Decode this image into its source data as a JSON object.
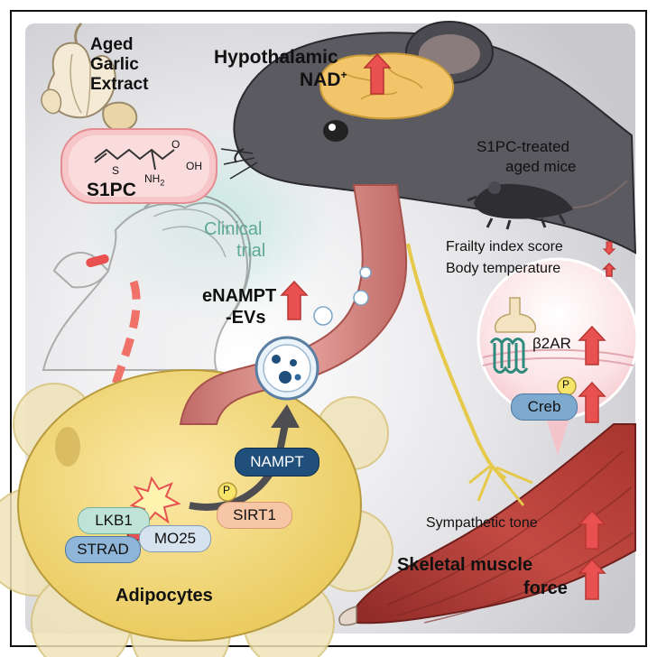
{
  "labels": {
    "garlic": [
      "Aged",
      "Garlic",
      "Extract"
    ],
    "s1pc": "S1PC",
    "oh": "OH",
    "o": "O",
    "s": "S",
    "nh2": "NH",
    "nh2_sub": "2",
    "hypothalamic": "Hypothalamic",
    "nad": "NAD",
    "nad_sup": "+",
    "clinical": [
      "Clinical",
      "trial"
    ],
    "enampt": [
      "eNAMPT",
      "-EVs"
    ],
    "treated": [
      "S1PC-treated",
      "aged mice"
    ],
    "frailty": "Frailty index score",
    "bodytemp": "Body temperature",
    "b2ar": "β2AR",
    "p": "P",
    "creb": "Creb",
    "nampt": "NAMPT",
    "sirt1": "SIRT1",
    "lkb1": "LKB1",
    "strad": "STRAD",
    "mo25": "MO25",
    "adipocytes": "Adipocytes",
    "sympathetic": "Sympathetic tone",
    "skeletal": [
      "Skeletal muscle",
      "force"
    ]
  },
  "colors": {
    "up_arrow": "#e8514f",
    "nampt_pill": "#1f4f7a",
    "sirt1_pill": "#f6c6a6",
    "lkb1_pill": "#bfe3d6",
    "strad_pill": "#8fb6d9",
    "mo25_pill": "#d6e2ee",
    "creb_pill": "#7ea9cf",
    "adipocyte": "#f4d97a",
    "muscle": "#b8403a",
    "vessel": "#d98b86",
    "mouse": "#5a5a60",
    "brain": "#f2c56a",
    "nerve": "#e6c84a"
  },
  "icons": [
    "garlic-icon",
    "mouse-icon",
    "small-mouse-icon",
    "human-head-icon",
    "receptor-icon",
    "vesicle-icon",
    "up-arrow-icon",
    "down-arrow-icon",
    "flash-icon"
  ]
}
